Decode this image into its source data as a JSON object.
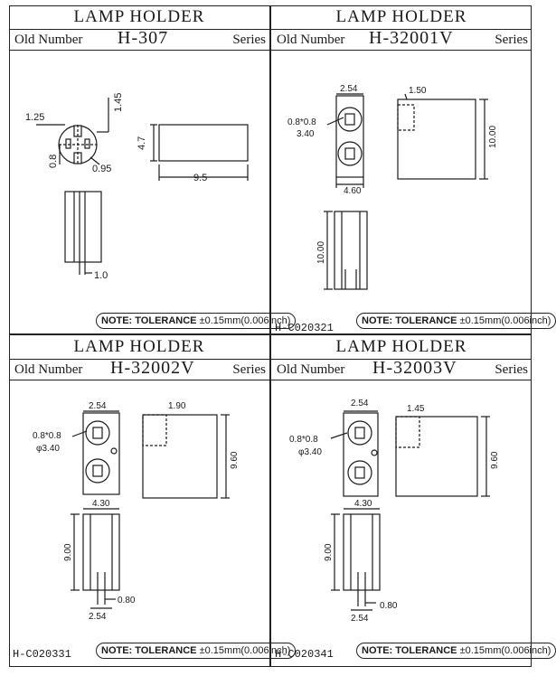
{
  "panels": [
    {
      "title": "LAMP HOLDER",
      "old_number_label": "Old Number",
      "part_number": "H-307",
      "series_label": "Series",
      "dims": {
        "d1": "1.25",
        "d2": "1.45",
        "d3": "0.8",
        "d4": "0.95",
        "d5": "4.7",
        "d6": "9.5",
        "d7": "1.0"
      },
      "note": {
        "prefix": "NOTE: TOLERANCE",
        "value": "±0.15mm(0.006inch)"
      },
      "code": ""
    },
    {
      "title": "LAMP HOLDER",
      "old_number_label": "Old Number",
      "part_number": "H-32001V",
      "series_label": "Series",
      "dims": {
        "d1": "2.54",
        "d2": "1.50",
        "d3": "0.8*0.8",
        "d4": "3.40",
        "d5": "10.00",
        "d6": "4.60",
        "d7": "10.00"
      },
      "note": {
        "prefix": "NOTE: TOLERANCE",
        "value": "±0.15mm(0.006inch)"
      },
      "code": "H-C020321"
    },
    {
      "title": "LAMP HOLDER",
      "old_number_label": "Old Number",
      "part_number": "H-32002V",
      "series_label": "Series",
      "dims": {
        "d1": "2.54",
        "d2": "1.90",
        "d3": "0.8*0.8",
        "d4": "φ3.40",
        "d5": "9.60",
        "d6": "4.30",
        "d7": "9.00",
        "d8": "0.80",
        "d9": "2.54"
      },
      "note": {
        "prefix": "NOTE: TOLERANCE",
        "value": "±0.15mm(0.006inch)"
      },
      "code": "H-C020331"
    },
    {
      "title": "LAMP HOLDER",
      "old_number_label": "Old Number",
      "part_number": "H-32003V",
      "series_label": "Series",
      "dims": {
        "d1": "2.54",
        "d2": "1.45",
        "d3": "0.8*0.8",
        "d4": "φ3.40",
        "d5": "9.60",
        "d6": "4.30",
        "d7": "9.00",
        "d8": "0.80",
        "d9": "2.54"
      },
      "note": {
        "prefix": "NOTE: TOLERANCE",
        "value": "±0.15mm(0.006inch)"
      },
      "code": "H-C020341"
    }
  ]
}
